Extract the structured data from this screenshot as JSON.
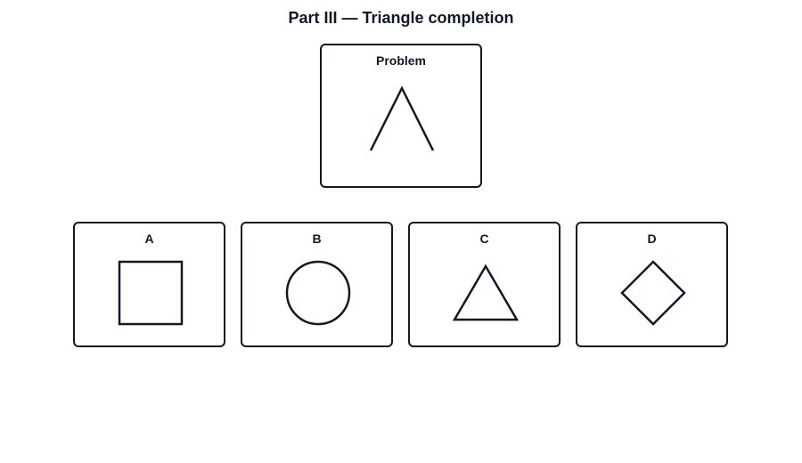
{
  "title": "Part III — Triangle completion",
  "problem": {
    "label": "Problem",
    "shape": "open-triangle-icon"
  },
  "options": [
    {
      "label": "A",
      "shape": "square-icon"
    },
    {
      "label": "B",
      "shape": "circle-icon"
    },
    {
      "label": "C",
      "shape": "triangle-icon"
    },
    {
      "label": "D",
      "shape": "diamond-icon"
    }
  ],
  "colors": {
    "ink": "#111827",
    "background": "#ffffff"
  }
}
